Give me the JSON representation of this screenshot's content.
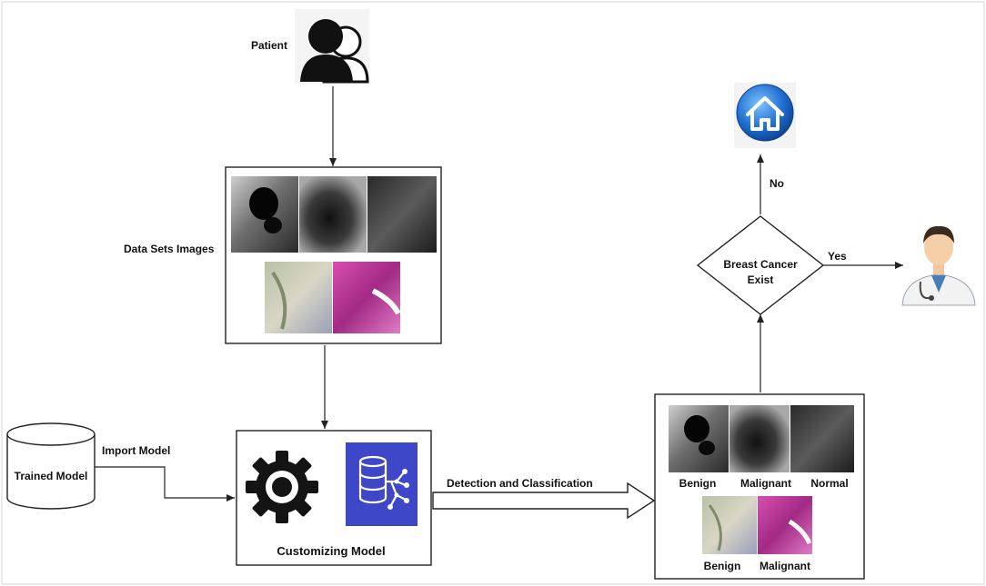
{
  "labels": {
    "patient": "Patient",
    "datasets": "Data Sets Images",
    "trained_model": "Trained Model",
    "import_model": "Import Model",
    "customizing_model": "Customizing Model",
    "detection": "Detection and Classification",
    "benign_us": "Benign",
    "malignant_us": "Malignant",
    "normal_us": "Normal",
    "benign_hist": "Benign",
    "malignant_hist": "Malignant",
    "decision_line1": "Breast Cancer",
    "decision_line2": "Exist",
    "no": "No",
    "yes": "Yes"
  },
  "colors": {
    "database_tile": "#3d47c8",
    "home_button": "#1e6fd0",
    "histology_benign": "#c9c9b0",
    "histology_malignant": "#c03a9a"
  },
  "icons": [
    "patient-icon",
    "gear-icon",
    "database-network-icon",
    "home-icon",
    "doctor-icon"
  ]
}
